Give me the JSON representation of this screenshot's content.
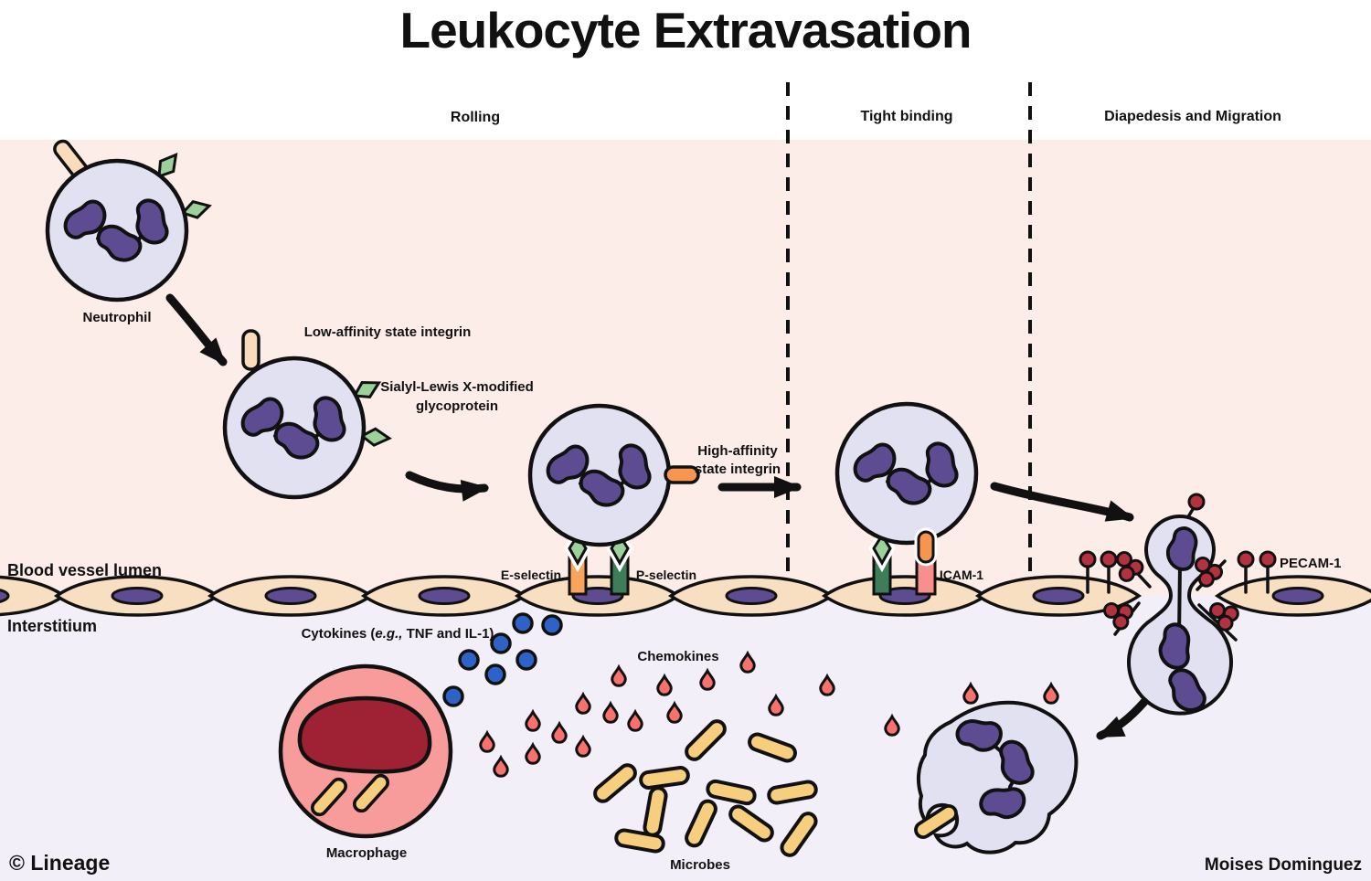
{
  "title": "Leukocyte Extravasation",
  "phases": {
    "rolling": "Rolling",
    "tight_binding": "Tight binding",
    "diapedesis": "Diapedesis and Migration"
  },
  "regions": {
    "lumen": "Blood vessel lumen",
    "interstitium": "Interstitium"
  },
  "labels": {
    "neutrophil": "Neutrophil",
    "low_affinity_integrin": "Low-affinity state integrin",
    "sialyl_line1": "Sialyl-Lewis X-modified",
    "sialyl_line2": "glycoprotein",
    "high_affinity_line1": "High-affinity",
    "high_affinity_line2": "state integrin",
    "e_selectin": "E-selectin",
    "p_selectin": "P-selectin",
    "icam1": "ICAM-1",
    "pecam1": "PECAM-1",
    "cytokines_prefix": "Cytokines (",
    "cytokines_italic": "e.g.,",
    "cytokines_suffix": " TNF and IL-1)",
    "chemokines": "Chemokines",
    "macrophage": "Macrophage",
    "microbes": "Microbes"
  },
  "credits": {
    "copyright": "© Lineage",
    "author": "Moises Dominguez"
  },
  "colors": {
    "background_lumen": "#FCEDE8",
    "background_interstitium": "#F2EFF9",
    "neutrophil_cytoplasm": "#E2E1F2",
    "nucleus_purple": "#5E4C93",
    "endothelium": "#F9DFC2",
    "integrin_low_affinity": "#FADCBC",
    "integrin_high_affinity": "#F5954F",
    "sialyl_lewis_green": "#9CD199",
    "e_selectin": "#F9A45C",
    "p_selectin": "#3E7D5A",
    "icam1": "#F98F8B",
    "pecam1": "#B4323F",
    "chemokine": "#F8716C",
    "cytokine": "#2E62C6",
    "macrophage_body": "#F79B9B",
    "macrophage_nucleus": "#9E2134",
    "microbe": "#F6CE7D",
    "outline": "#111111"
  }
}
